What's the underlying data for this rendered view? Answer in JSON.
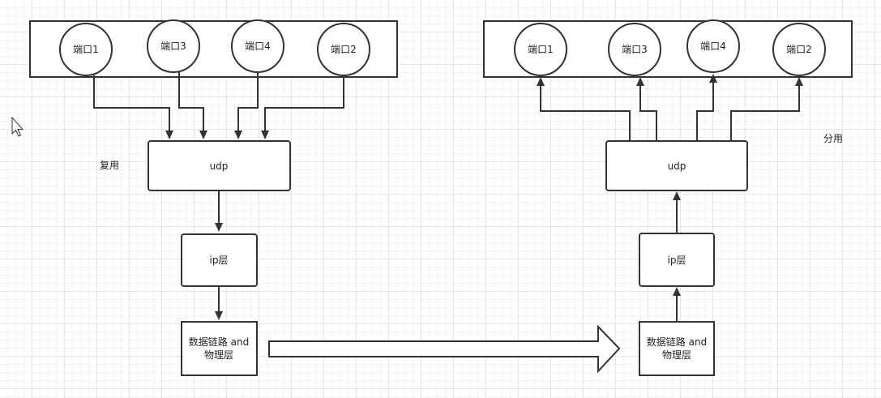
{
  "left": {
    "ports": [
      "端口1",
      "端口3",
      "端口4",
      "端口2"
    ],
    "side_label": "复用",
    "udp": "udp",
    "ip": "ip层",
    "link": [
      "数据链路 and",
      "物理层"
    ]
  },
  "right": {
    "ports": [
      "端口1",
      "端口3",
      "端口4",
      "端口2"
    ],
    "side_label": "分用",
    "udp": "udp",
    "ip": "ip层",
    "link": [
      "数据链路 and",
      "物理层"
    ]
  }
}
